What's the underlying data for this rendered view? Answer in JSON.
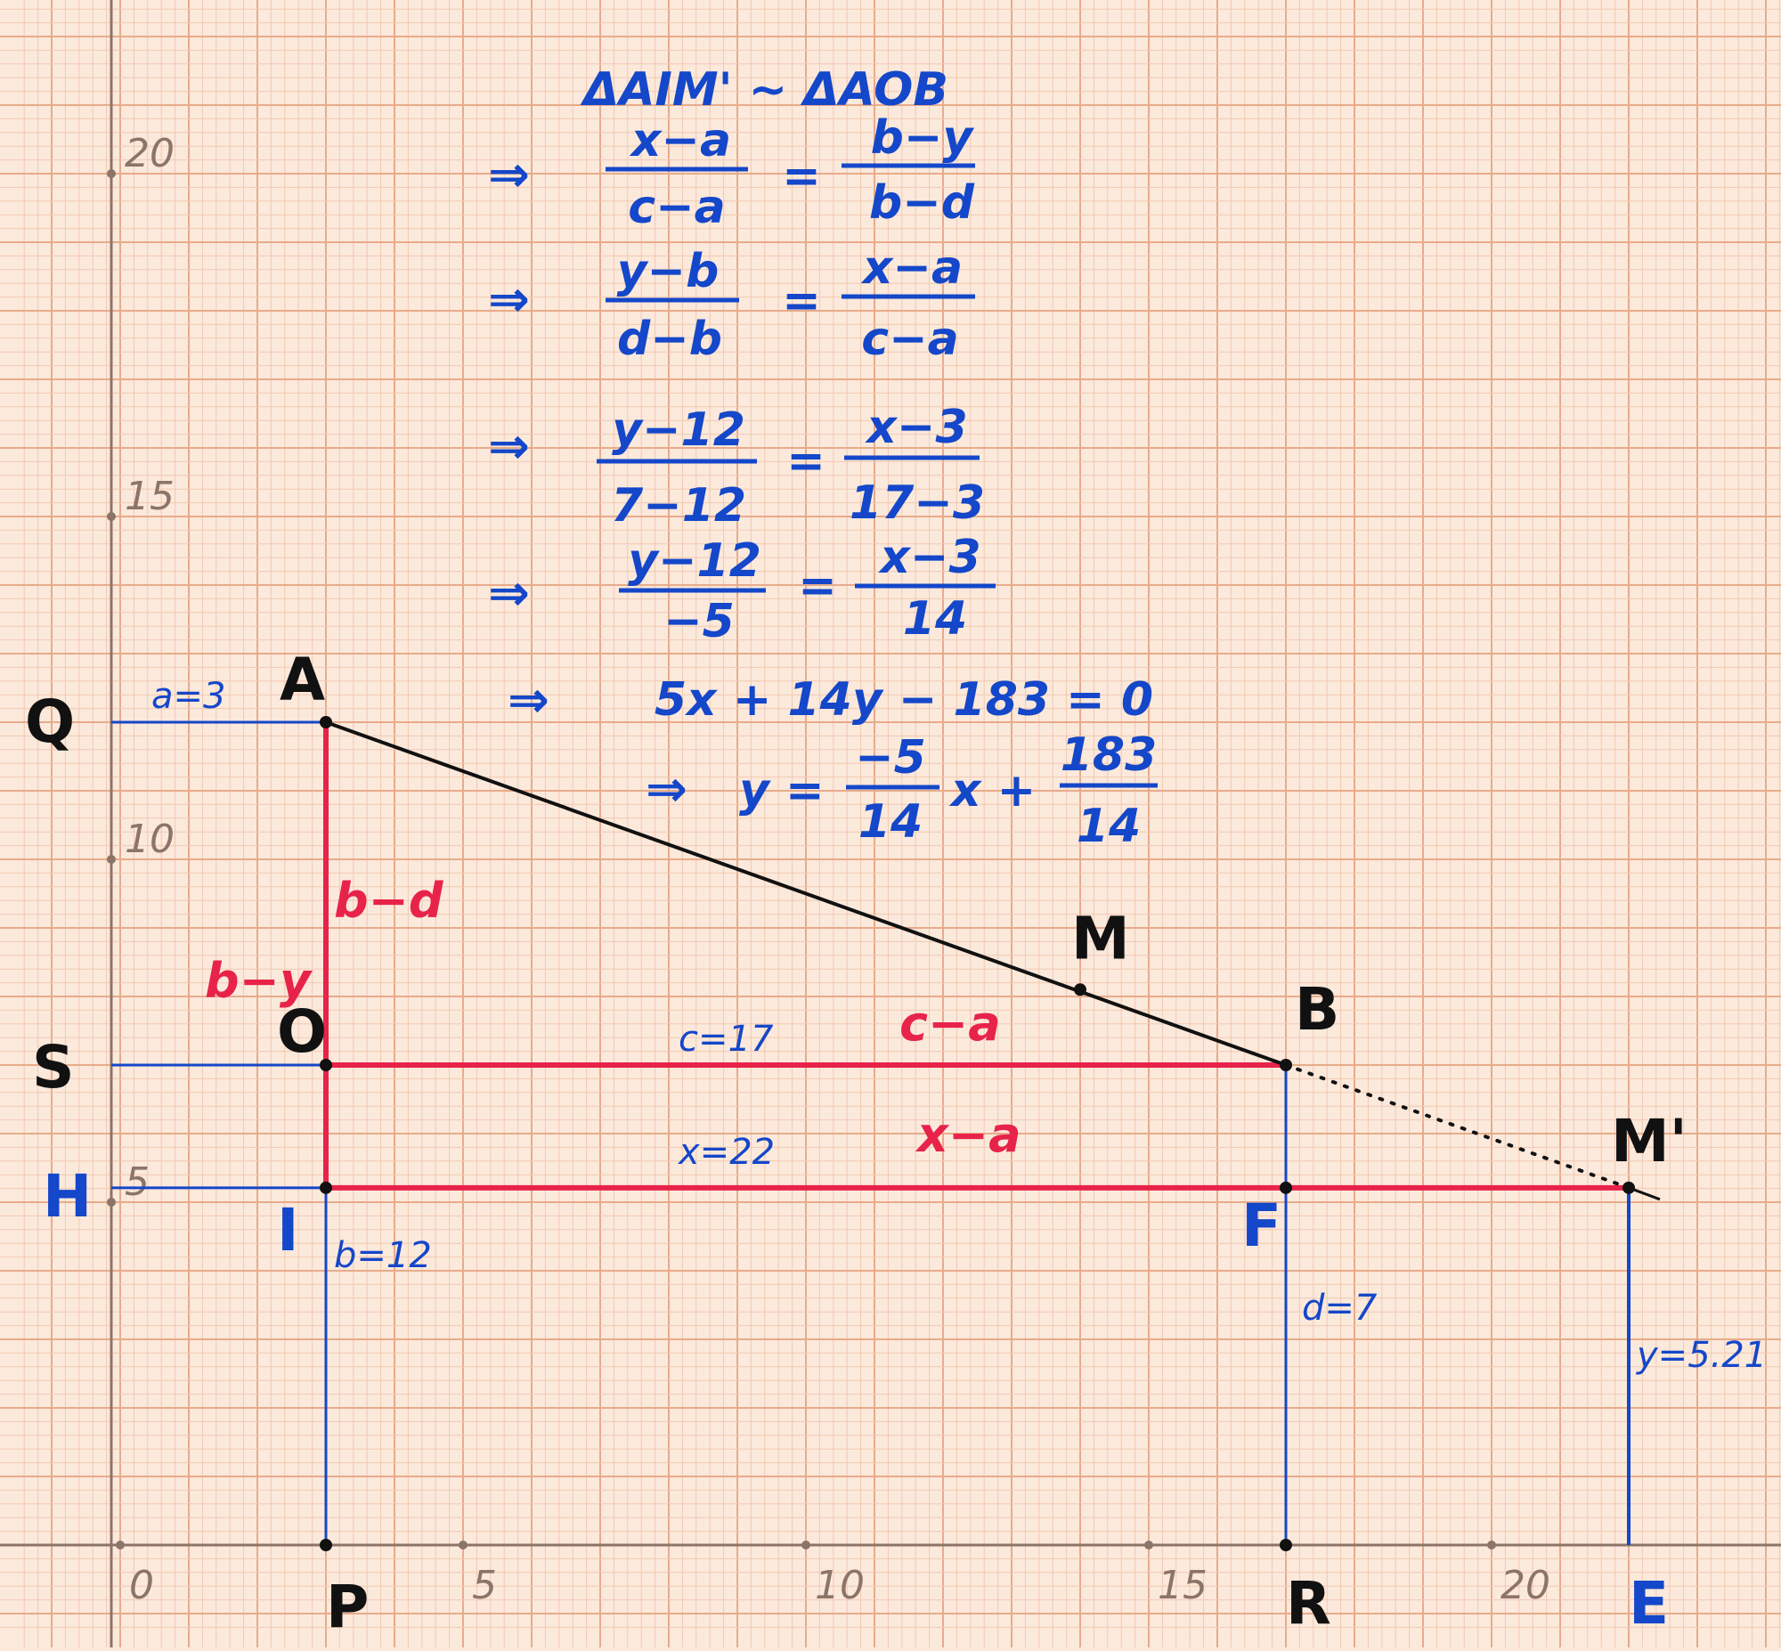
{
  "title": "ΔAIM' ~ ΔAOB",
  "equations": [
    {
      "num": "x−a",
      "den": "c−a",
      "rnum": "b−y",
      "rden": "b−d"
    },
    {
      "num": "y−b",
      "den": "d−b",
      "rnum": "x−a",
      "rden": "c−a"
    },
    {
      "num": "y−12",
      "den": "7−12",
      "rnum": "x−3",
      "rden": "17−3"
    },
    {
      "num": "y−12",
      "den": "−5",
      "rnum": "x−3",
      "rden": "14"
    }
  ],
  "equation_line": "5x + 14y − 183 = 0",
  "final_equation": {
    "lhs": "y =",
    "frac1_num": "−5",
    "frac1_den": "14",
    "mid": "x +",
    "frac2_num": "183",
    "frac2_den": "14"
  },
  "arrow_symbol": "⇒",
  "axis_ticks": {
    "x": [
      {
        "value": 0,
        "label": "0"
      },
      {
        "value": 5,
        "label": "5"
      },
      {
        "value": 10,
        "label": "10"
      },
      {
        "value": 15,
        "label": "15"
      },
      {
        "value": 20,
        "label": "20"
      }
    ],
    "y": [
      {
        "value": 5,
        "label": "5"
      },
      {
        "value": 10,
        "label": "10"
      },
      {
        "value": 15,
        "label": "15"
      },
      {
        "value": 20,
        "label": "20"
      }
    ]
  },
  "points": {
    "A": {
      "label": "A",
      "x": 3,
      "y": 12
    },
    "B": {
      "label": "B",
      "x": 17,
      "y": 7
    },
    "M": {
      "label": "M",
      "x": 14,
      "y": 8.1
    },
    "M_prime": {
      "label": "M'",
      "x": 22,
      "y": 5.21
    },
    "O": {
      "label": "O",
      "x": 3,
      "y": 7
    },
    "I": {
      "label": "I",
      "x": 3,
      "y": 5.21
    },
    "F": {
      "label": "F",
      "x": 17,
      "y": 5.21
    },
    "P": {
      "label": "P",
      "x": 3,
      "y": 0
    },
    "R": {
      "label": "R",
      "x": 17,
      "y": 0
    },
    "E": {
      "label": "E",
      "x": 22,
      "y": 0
    },
    "Q": {
      "label": "Q",
      "x": 0,
      "y": 12
    },
    "S": {
      "label": "S",
      "x": 0,
      "y": 7
    },
    "H": {
      "label": "H",
      "x": 0,
      "y": 5.21
    }
  },
  "labels": {
    "a": "a=3",
    "b": "b=12",
    "c": "c=17",
    "d": "d=7",
    "x": "x=22",
    "y": "y=5.21",
    "b_minus_d": "b−d",
    "b_minus_y": "b−y",
    "c_minus_a": "c−a",
    "x_minus_a": "x−a"
  },
  "colors": {
    "paper": "#fbe9dc",
    "grid_minor": "#f2c9b0",
    "grid_major": "#e8ab8a",
    "blue": "#1447c9",
    "red": "#e8234a",
    "black": "#111111",
    "axis": "#8d7468"
  }
}
